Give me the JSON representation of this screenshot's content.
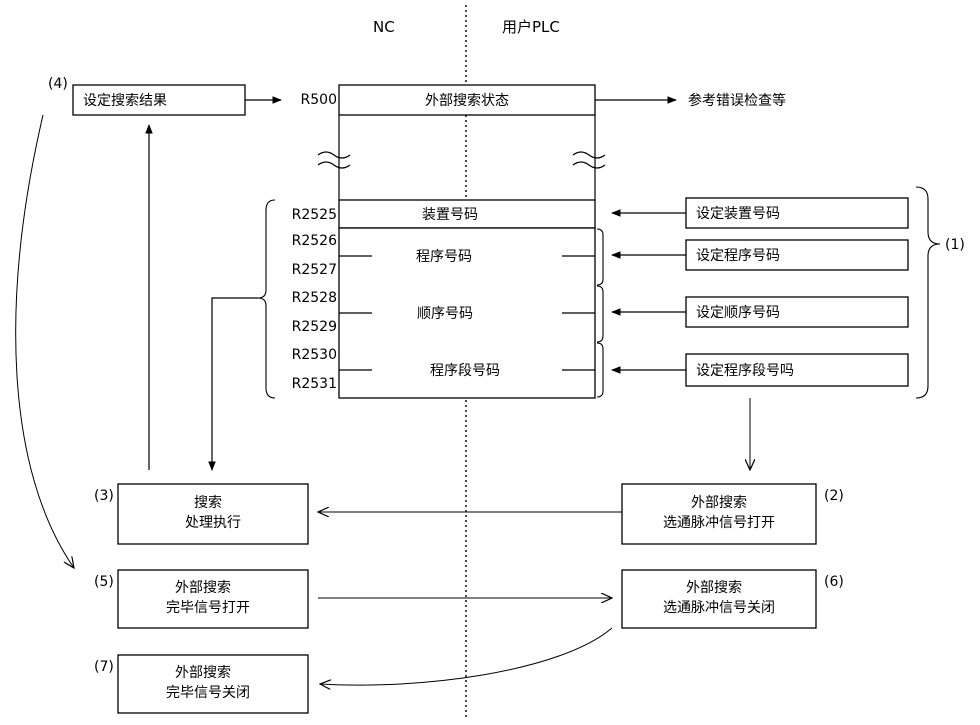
{
  "headers": {
    "nc": "NC",
    "plc": "用户PLC"
  },
  "steps": {
    "s1": "(1)",
    "s2": "(2)",
    "s3": "(3)",
    "s4": "(4)",
    "s5": "(5)",
    "s6": "(6)",
    "s7": "(7)"
  },
  "registers": {
    "r500": "R500",
    "r2525": "R2525",
    "r2526": "R2526",
    "r2527": "R2527",
    "r2528": "R2528",
    "r2529": "R2529",
    "r2530": "R2530",
    "r2531": "R2531"
  },
  "table": {
    "external_search_status": "外部搜索状态",
    "device_no": "装置号码",
    "program_no": "程序号码",
    "sequence_no": "顺序号码",
    "block_no": "程序段号码"
  },
  "boxes": {
    "set_search_result": "设定搜索结果",
    "ref_error_check": "参考错误检查等",
    "set_device_no": "设定装置号码",
    "set_program_no": "设定程序号码",
    "set_sequence_no": "设定顺序号码",
    "set_block_no": "设定程序段号吗",
    "search_exec_line1": "搜索",
    "search_exec_line2": "处理执行",
    "strobe_on_line1": "外部搜索",
    "strobe_on_line2": "选通脉冲信号打开",
    "complete_on_line1": "外部搜索",
    "complete_on_line2": "完毕信号打开",
    "strobe_off_line1": "外部搜索",
    "strobe_off_line2": "选通脉冲信号关闭",
    "complete_off_line1": "外部搜索",
    "complete_off_line2": "完毕信号关闭"
  }
}
